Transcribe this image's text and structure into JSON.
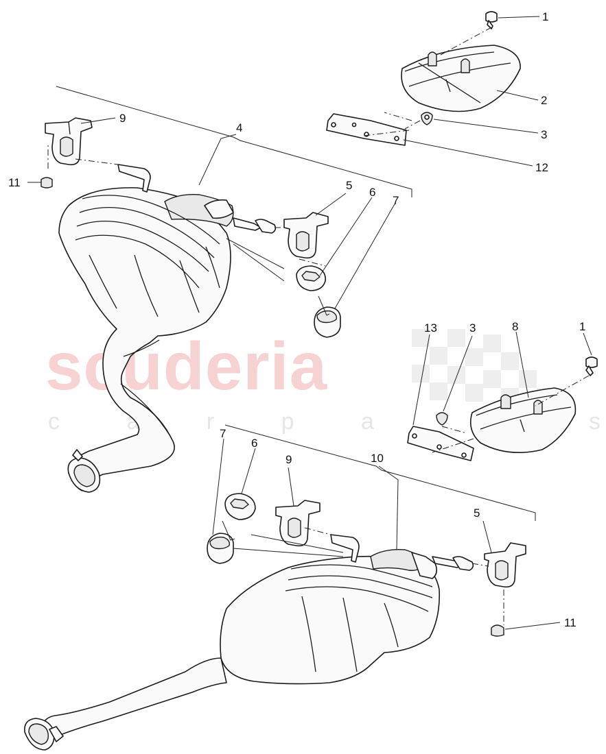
{
  "diagram": {
    "watermark": {
      "brand": "scuderia",
      "subtitle": "c a r p a r t s"
    },
    "callouts": [
      {
        "id": "c1a",
        "label": "1"
      },
      {
        "id": "c2",
        "label": "2"
      },
      {
        "id": "c3a",
        "label": "3"
      },
      {
        "id": "c12",
        "label": "12"
      },
      {
        "id": "c9a",
        "label": "9"
      },
      {
        "id": "c4",
        "label": "4"
      },
      {
        "id": "c11a",
        "label": "11"
      },
      {
        "id": "c5a",
        "label": "5"
      },
      {
        "id": "c6a",
        "label": "6"
      },
      {
        "id": "c7a",
        "label": "7"
      },
      {
        "id": "c13",
        "label": "13"
      },
      {
        "id": "c3b",
        "label": "3"
      },
      {
        "id": "c8",
        "label": "8"
      },
      {
        "id": "c1b",
        "label": "1"
      },
      {
        "id": "c7b",
        "label": "7"
      },
      {
        "id": "c6b",
        "label": "6"
      },
      {
        "id": "c9b",
        "label": "9"
      },
      {
        "id": "c10",
        "label": "10"
      },
      {
        "id": "c5b",
        "label": "5"
      },
      {
        "id": "c11b",
        "label": "11"
      }
    ],
    "parts": [
      {
        "ref": "1",
        "icon": "bolt-icon"
      },
      {
        "ref": "2",
        "icon": "heat-shield-icon"
      },
      {
        "ref": "3",
        "icon": "nut-icon"
      },
      {
        "ref": "4",
        "icon": "rear-muffler-icon"
      },
      {
        "ref": "5",
        "icon": "hanger-bracket-icon"
      },
      {
        "ref": "6",
        "icon": "rubber-mount-icon"
      },
      {
        "ref": "7",
        "icon": "rubber-mount-with-clip-icon"
      },
      {
        "ref": "8",
        "icon": "heat-shield-icon"
      },
      {
        "ref": "9",
        "icon": "hanger-bracket-icon"
      },
      {
        "ref": "10",
        "icon": "rear-muffler-icon"
      },
      {
        "ref": "11",
        "icon": "nut-icon"
      },
      {
        "ref": "12",
        "icon": "mounting-plate-icon"
      },
      {
        "ref": "13",
        "icon": "mounting-plate-icon"
      }
    ]
  }
}
